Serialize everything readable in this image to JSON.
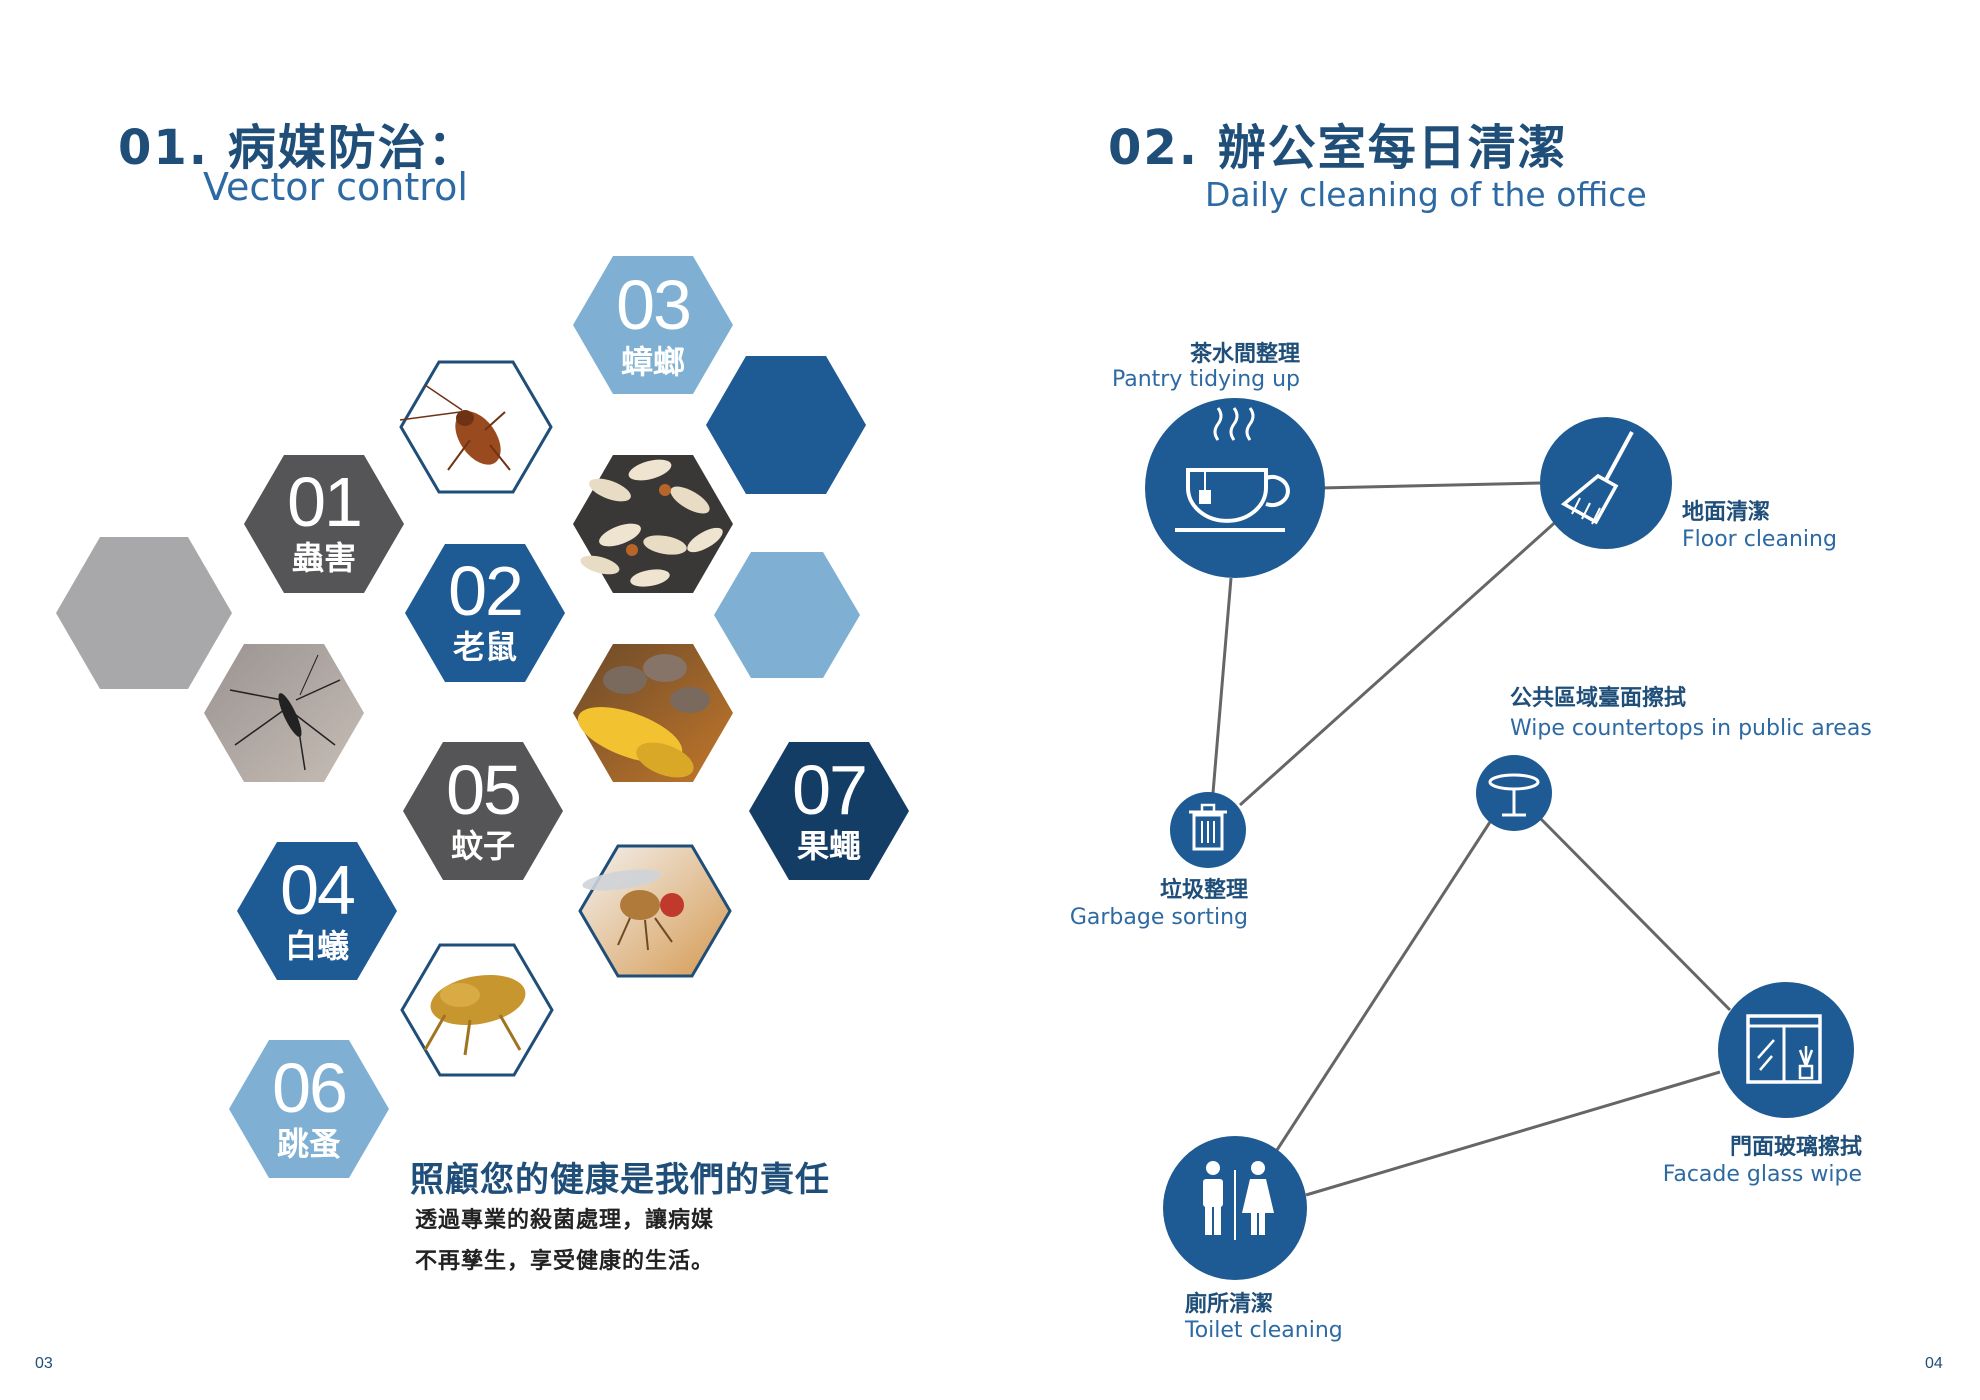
{
  "left": {
    "title_zh": "01. 病媒防治：",
    "title_en": "Vector control",
    "hexes": [
      {
        "num": "01",
        "label": "蟲害"
      },
      {
        "num": "02",
        "label": "老鼠"
      },
      {
        "num": "03",
        "label": "蟑螂"
      },
      {
        "num": "04",
        "label": "白蟻"
      },
      {
        "num": "05",
        "label": "蚊子"
      },
      {
        "num": "06",
        "label": "跳蚤"
      },
      {
        "num": "07",
        "label": "果蠅"
      }
    ],
    "slogan": "照顧您的健康是我們的責任",
    "desc_line1": "透過專業的殺菌處理，讓病媒",
    "desc_line2": "不再孳生，享受健康的生活。"
  },
  "right": {
    "title_zh": "02. 辦公室每日清潔",
    "title_en": "Daily cleaning of the office",
    "items": {
      "pantry": {
        "zh": "茶水間整理",
        "en": "Pantry tidying up",
        "icon": "teacup-icon"
      },
      "floor": {
        "zh": "地面清潔",
        "en": "Floor cleaning",
        "icon": "broom-icon"
      },
      "garbage": {
        "zh": "垃圾整理",
        "en": "Garbage sorting",
        "icon": "trash-icon"
      },
      "counter": {
        "zh": "公共區域臺面擦拭",
        "en": "Wipe countertops in public areas",
        "icon": "table-icon"
      },
      "glass": {
        "zh": "門面玻璃擦拭",
        "en": "Facade glass wipe",
        "icon": "window-icon"
      },
      "toilet": {
        "zh": "廁所清潔",
        "en": "Toilet cleaning",
        "icon": "restroom-icon"
      }
    }
  },
  "pages": {
    "left": "03",
    "right": "04"
  },
  "colors": {
    "navy": "#1f4e79",
    "blue": "#1e5a93",
    "dark_navy": "#143d66",
    "light_blue": "#7fb0d3",
    "dark_gray": "#555557",
    "light_gray": "#a8a7a9",
    "line_gray": "#666666"
  }
}
